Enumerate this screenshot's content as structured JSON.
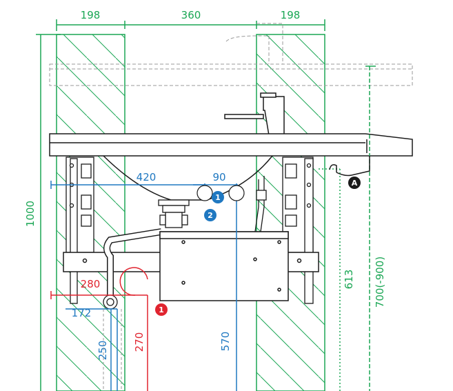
{
  "colors": {
    "green": "#1aa654",
    "blue": "#1f78c1",
    "red": "#e0242f",
    "outline": "#1a1a1a",
    "dashed": "#9a9a9a"
  },
  "dimensions": {
    "wall_left": "198",
    "center_gap": "360",
    "wall_right": "198",
    "total_height": "1000",
    "height_range": "700(-900)",
    "height_613": "613",
    "drain_offset": "420",
    "supply_spacing": "90",
    "waste_radius": "280",
    "trap_offset": "172",
    "trap_height": "250",
    "hot_height": "270",
    "cold_height": "570"
  },
  "markers": {
    "marker_1_blue": "1",
    "marker_2_blue": "2",
    "marker_1_red": "1",
    "marker_a": "A"
  }
}
